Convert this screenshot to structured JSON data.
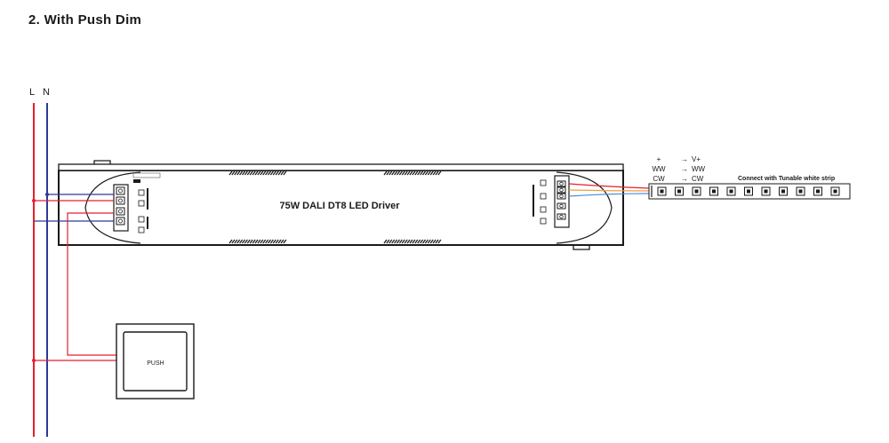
{
  "title": "2. With Push Dim",
  "mains": {
    "live_label": "L",
    "neutral_label": "N",
    "live_color": "#e4202c",
    "neutral_color": "#2b3a97"
  },
  "driver": {
    "name": "75W DALI DT8 LED Driver"
  },
  "push_switch": {
    "label": "PUSH"
  },
  "output_mapping": {
    "rows": [
      {
        "from": "+",
        "to": "V+"
      },
      {
        "from": "WW",
        "to": "WW"
      },
      {
        "from": "CW",
        "to": "CW"
      }
    ]
  },
  "strip": {
    "caption": "Connect with Tunable white strip"
  },
  "wire_colors": {
    "red": "#e4202c",
    "orange": "#f39c3b",
    "blue": "#4a90d9"
  }
}
